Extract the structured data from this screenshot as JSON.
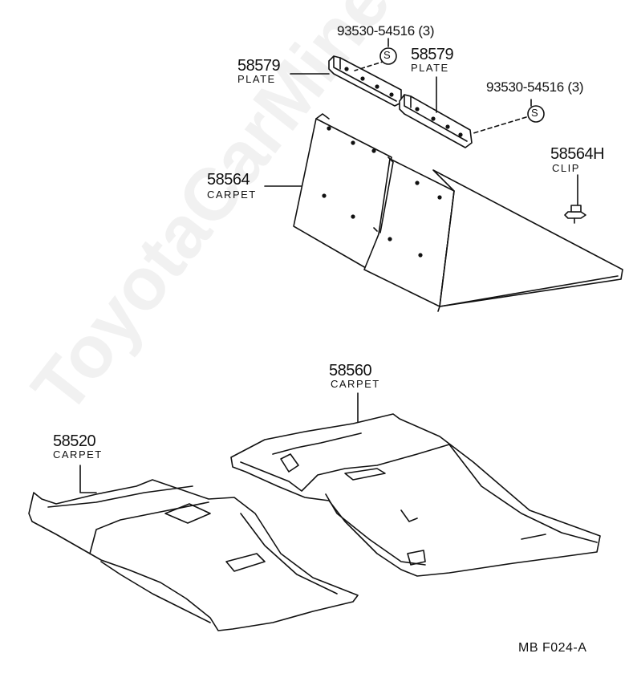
{
  "watermark": "ToyotaCarMine.ru",
  "colors": {
    "line": "#111111",
    "fill": "#ffffff",
    "shade": "#555555",
    "watermark": "#aaaaaa"
  },
  "parts": {
    "plate_left": {
      "number": "58579",
      "name": "PLATE"
    },
    "plate_right": {
      "number": "58579",
      "name": "PLATE"
    },
    "screw_top": {
      "number": "93530-54516 (3)",
      "symbol": "S"
    },
    "screw_right": {
      "number": "93530-54516 (3)",
      "symbol": "S"
    },
    "clip": {
      "number": "58564H",
      "name": "CLIP"
    },
    "carpet_rear": {
      "number": "58564",
      "name": "CARPET"
    },
    "carpet_center": {
      "number": "58560",
      "name": "CARPET"
    },
    "carpet_front": {
      "number": "58520",
      "name": "CARPET"
    }
  },
  "figure_code": "MB  F024-A"
}
